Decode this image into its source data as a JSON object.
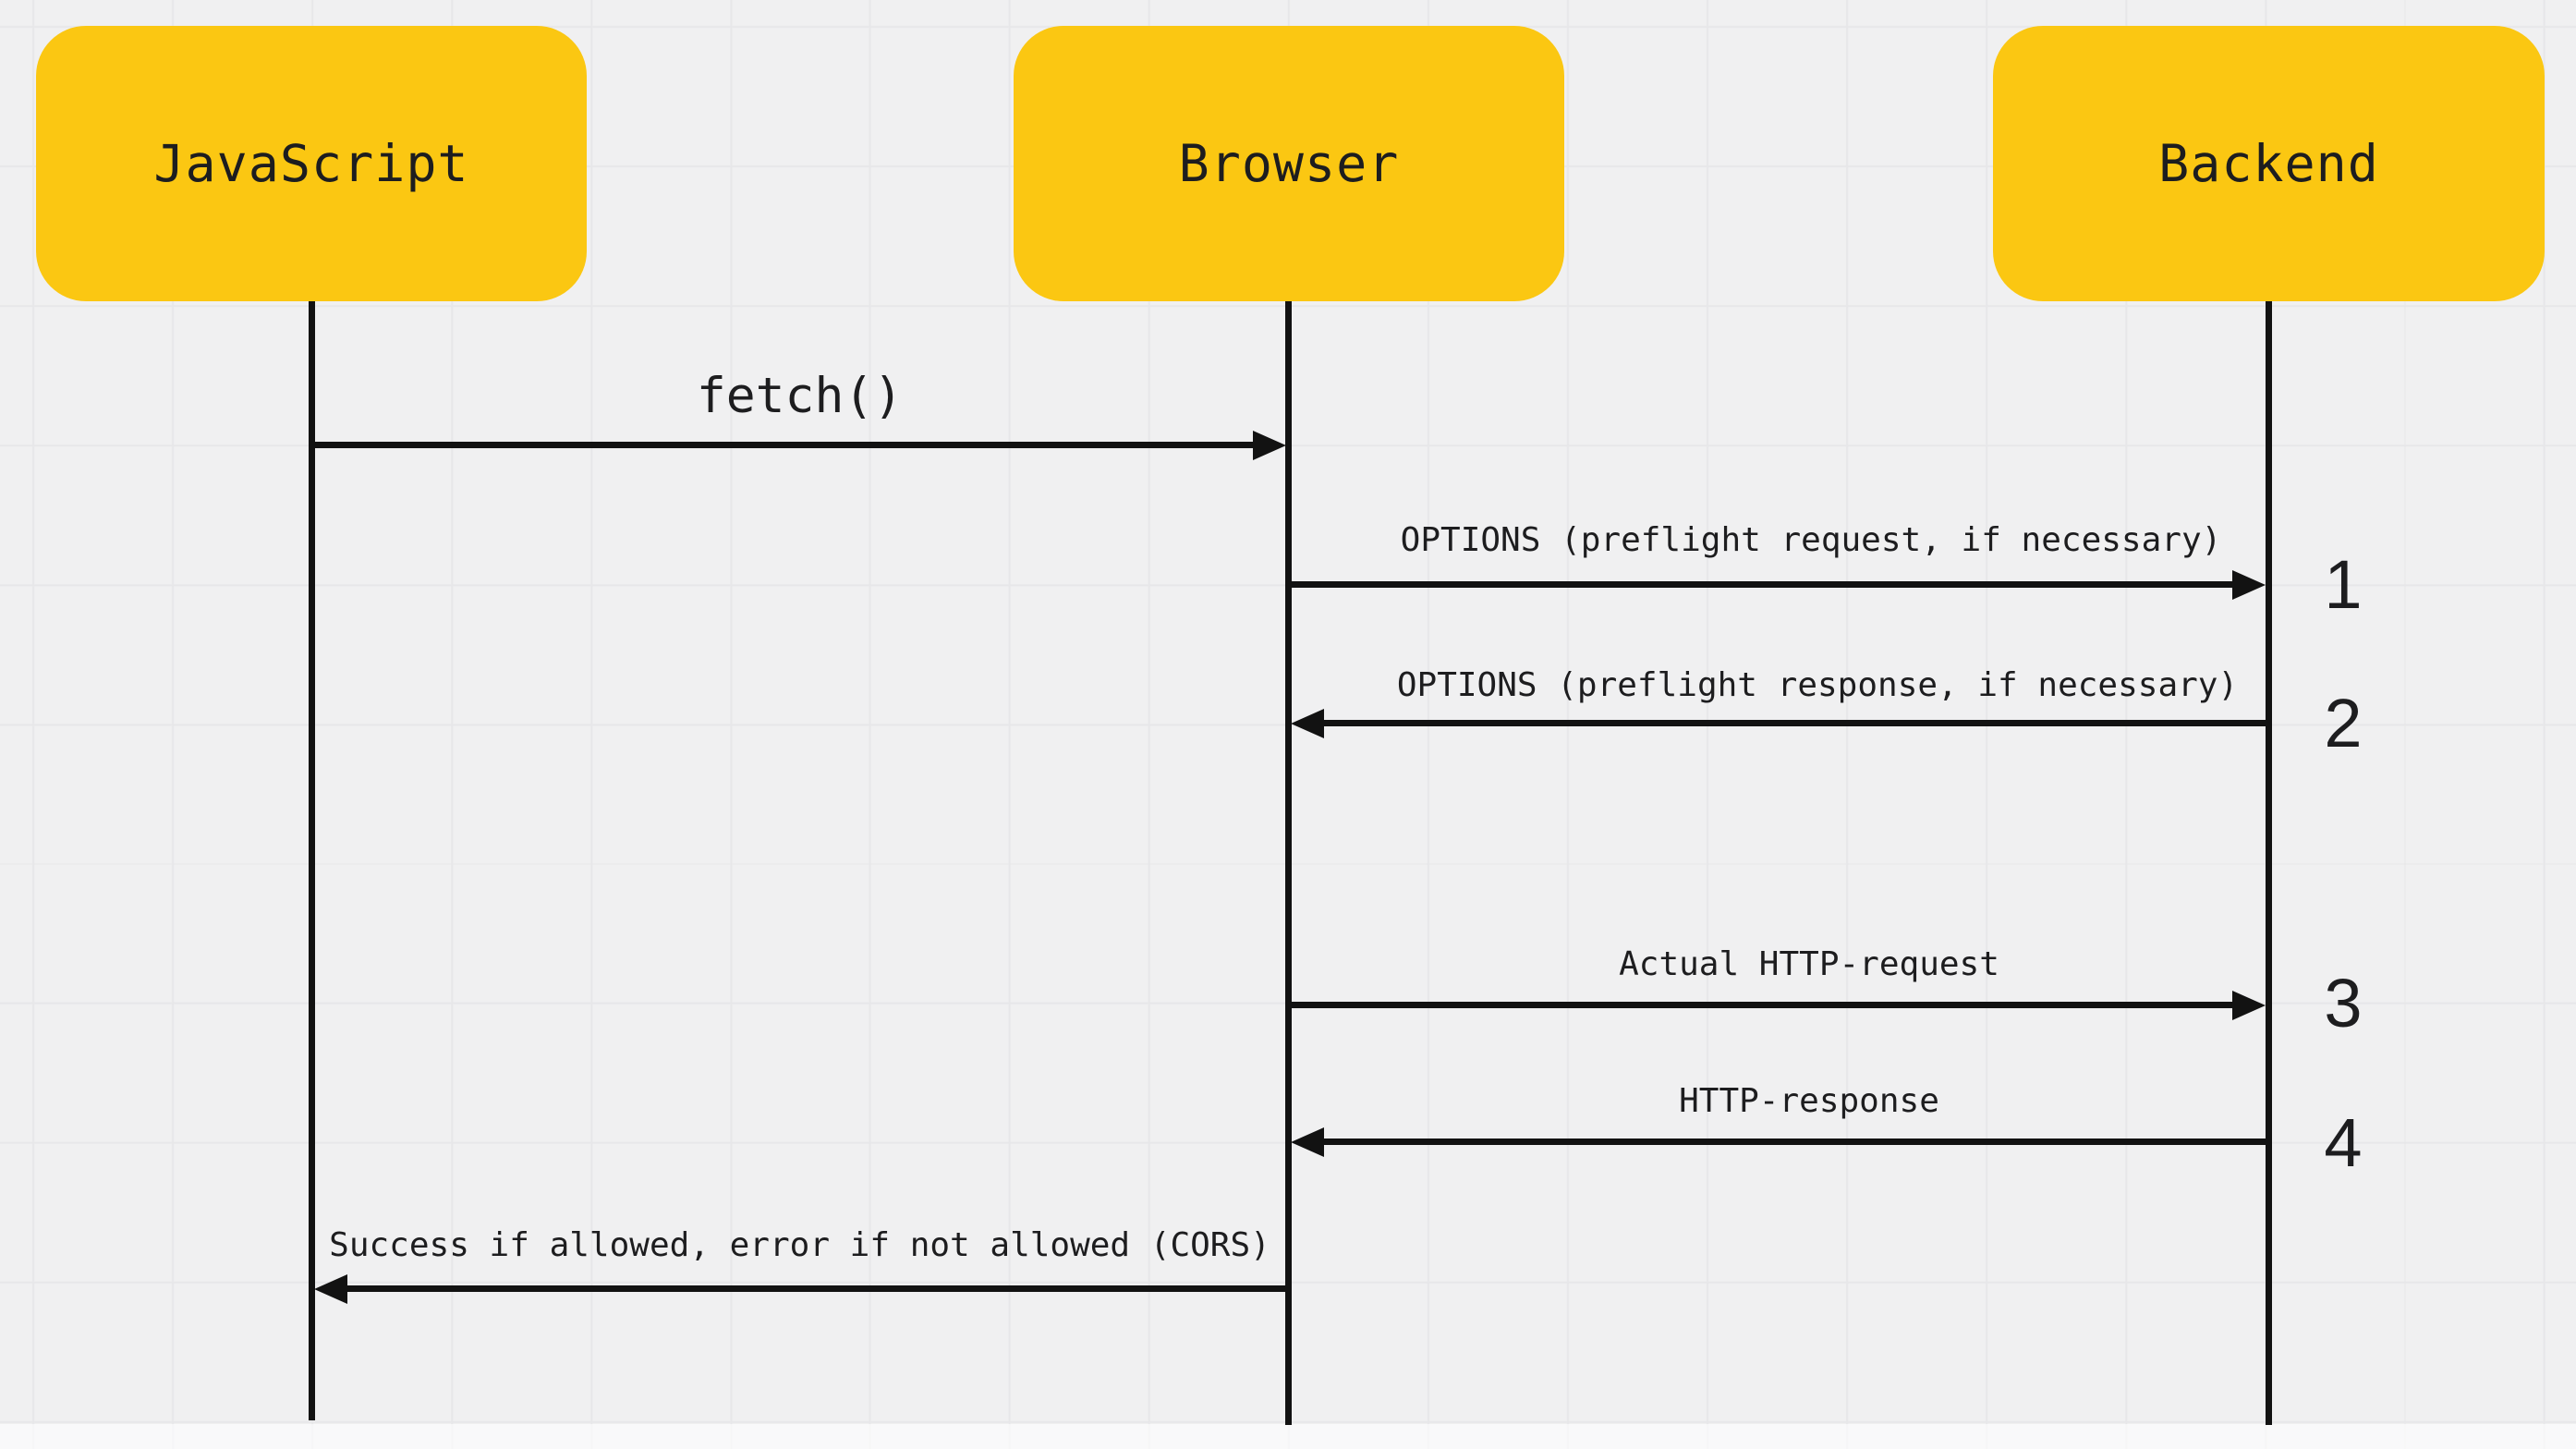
{
  "actors": [
    {
      "label": "JavaScript"
    },
    {
      "label": "Browser"
    },
    {
      "label": "Backend"
    }
  ],
  "messages": [
    {
      "label": "fetch()",
      "from": "JavaScript",
      "to": "Browser",
      "step": ""
    },
    {
      "label": "OPTIONS (preflight request, if necessary)",
      "from": "Browser",
      "to": "Backend",
      "step": "1"
    },
    {
      "label": "OPTIONS (preflight response, if necessary)",
      "from": "Backend",
      "to": "Browser",
      "step": "2"
    },
    {
      "label": "Actual HTTP-request",
      "from": "Browser",
      "to": "Backend",
      "step": "3"
    },
    {
      "label": "HTTP-response",
      "from": "Backend",
      "to": "Browser",
      "step": "4"
    },
    {
      "label": "Success if allowed, error if not allowed (CORS)",
      "from": "Browser",
      "to": "JavaScript",
      "step": ""
    }
  ],
  "colors": {
    "background": "#f0f0f1",
    "grid_line": "#e7e7e9",
    "actor_fill": "#fbc712",
    "line": "#121212",
    "text": "#1d1d1f"
  }
}
